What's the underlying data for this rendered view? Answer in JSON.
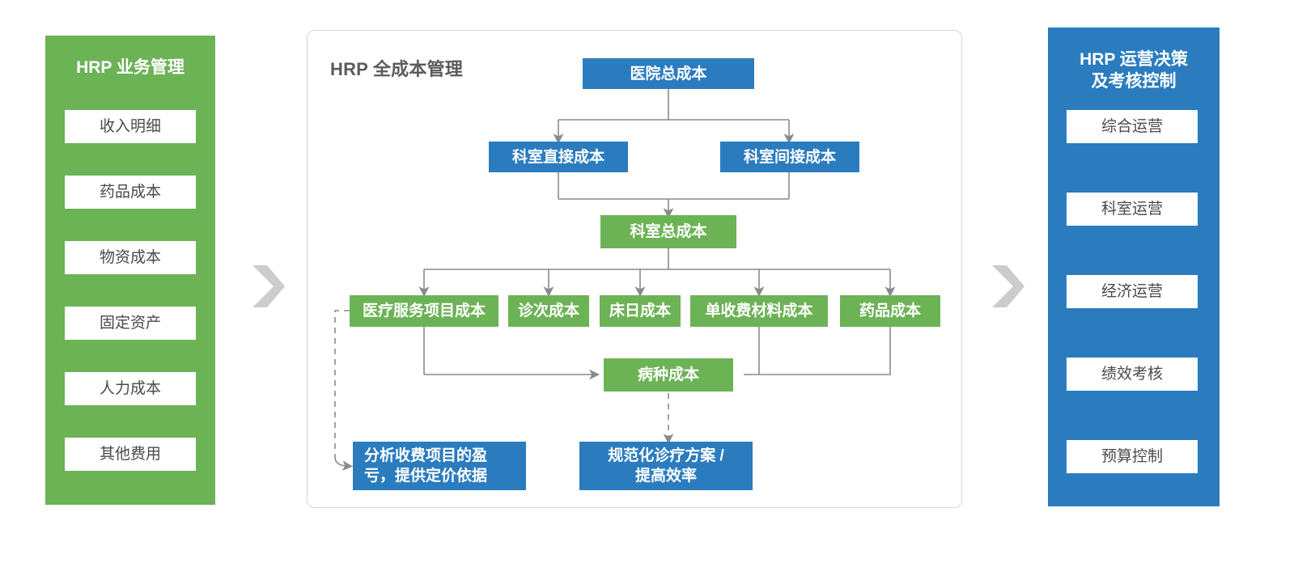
{
  "left_panel": {
    "title": "HRP 业务管理",
    "bg_color": "#6cb356",
    "items": [
      {
        "label": "收入明细"
      },
      {
        "label": "药品成本"
      },
      {
        "label": "物资成本"
      },
      {
        "label": "固定资产"
      },
      {
        "label": "人力成本"
      },
      {
        "label": "其他费用"
      }
    ]
  },
  "right_panel": {
    "title": "HRP 运营决策\n及考核控制",
    "title_line1": "HRP 运营决策",
    "title_line2": "及考核控制",
    "bg_color": "#2b7cbf",
    "items": [
      {
        "label": "综合运营"
      },
      {
        "label": "科室运营"
      },
      {
        "label": "经济运营"
      },
      {
        "label": "绩效考核"
      },
      {
        "label": "预算控制"
      }
    ]
  },
  "center": {
    "title": "HRP 全成本管理",
    "accent_blue": "#2b7cbf",
    "accent_green": "#6cb356",
    "nodes": {
      "hospital_total": "医院总成本",
      "dept_direct": "科室直接成本",
      "dept_indirect": "科室间接成本",
      "dept_total": "科室总成本",
      "service_item": "医疗服务项目成本",
      "visit": "诊次成本",
      "bed_day": "床日成本",
      "material": "单收费材料成本",
      "drug": "药品成本",
      "disease": "病种成本",
      "outcome_pricing_line1": "分析收费项目的盈",
      "outcome_pricing_line2": "亏，提供定价依据",
      "outcome_protocol_line1": "规范化诊疗方案 /",
      "outcome_protocol_line2": "提高效率"
    }
  },
  "separators": {
    "left_chevron": "chevron-right-icon",
    "right_chevron": "chevron-right-icon",
    "color": "#cccccc"
  }
}
